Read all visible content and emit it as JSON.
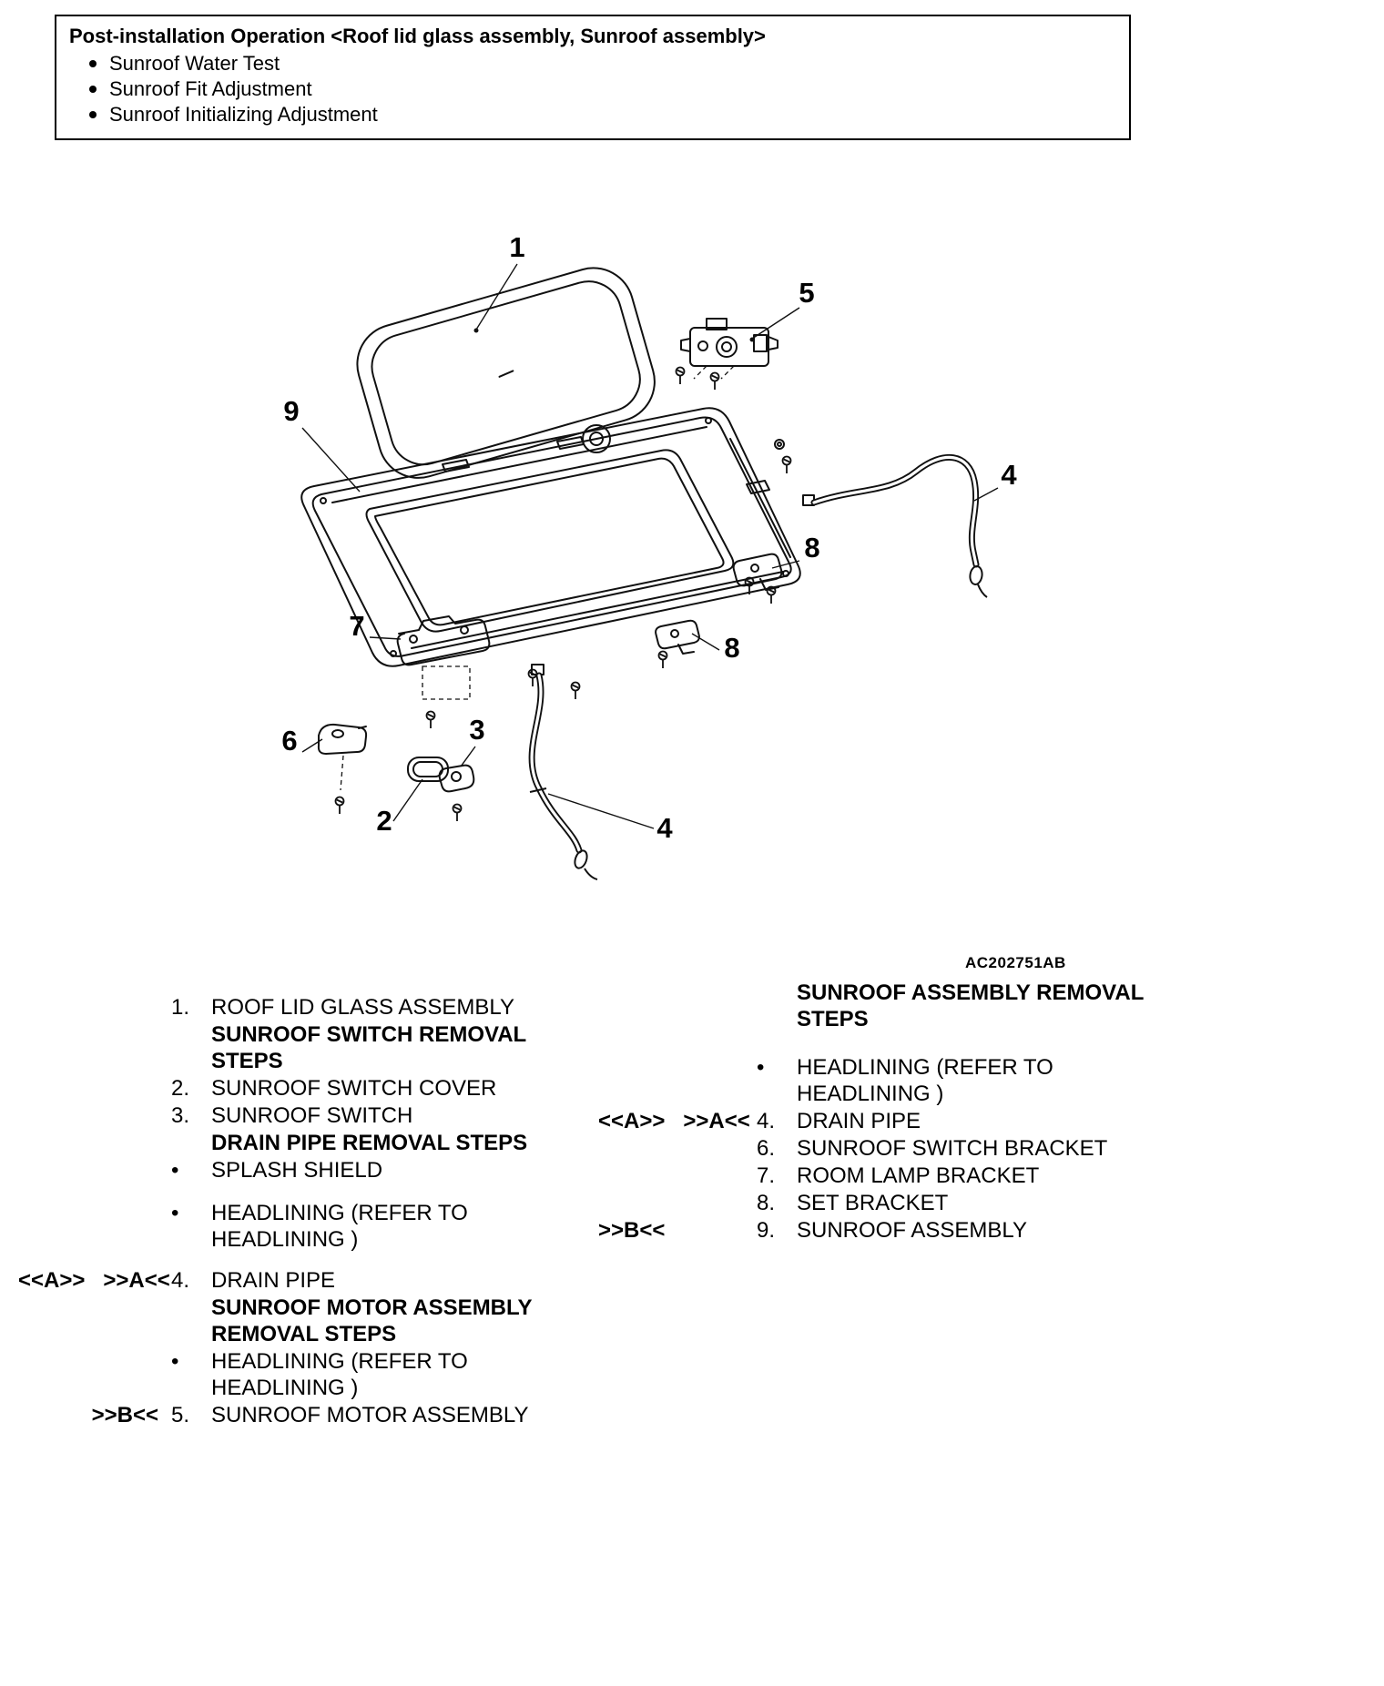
{
  "header": {
    "title": "Post-installation Operation <Roof lid glass assembly, Sunroof assembly>",
    "bullets": [
      "Sunroof Water Test",
      "Sunroof Fit Adjustment",
      "Sunroof Initializing Adjustment"
    ]
  },
  "figure": {
    "code": "AC202751AB",
    "callouts": [
      "1",
      "5",
      "9",
      "4",
      "8",
      "8",
      "7",
      "3",
      "6",
      "2",
      "4"
    ]
  },
  "left": {
    "rows": [
      {
        "m": "",
        "lead": "1.",
        "text": "ROOF LID GLASS ASSEMBLY"
      },
      {
        "m": "",
        "lead": "",
        "text": "SUNROOF SWITCH REMOVAL STEPS"
      },
      {
        "m": "",
        "lead": "2.",
        "text": "SUNROOF SWITCH COVER"
      },
      {
        "m": "",
        "lead": "3.",
        "text": "SUNROOF SWITCH"
      },
      {
        "m": "",
        "lead": "",
        "text": "DRAIN PIPE REMOVAL STEPS"
      },
      {
        "m": "",
        "lead": "•",
        "text": "SPLASH SHIELD"
      },
      {
        "m": "",
        "lead": "•",
        "text": "HEADLINING (REFER TO HEADLINING )"
      },
      {
        "m": "<<A>>   >>A<<",
        "lead": "4.",
        "text": "DRAIN PIPE"
      },
      {
        "m": "",
        "lead": "",
        "text": "SUNROOF MOTOR ASSEMBLY REMOVAL STEPS"
      },
      {
        "m": "",
        "lead": "•",
        "text": "HEADLINING (REFER TO HEADLINING )"
      },
      {
        "m": ">>B<<",
        "lead": "5.",
        "text": "SUNROOF MOTOR ASSEMBLY"
      }
    ]
  },
  "right": {
    "rows": [
      {
        "m": "",
        "lead": "",
        "text": "SUNROOF ASSEMBLY REMOVAL STEPS"
      },
      {
        "m": "",
        "lead": "•",
        "text": "HEADLINING (REFER TO HEADLINING )"
      },
      {
        "m": "<<A>>   >>A<<",
        "lead": "4.",
        "text": "DRAIN PIPE"
      },
      {
        "m": "",
        "lead": "6.",
        "text": "SUNROOF SWITCH BRACKET"
      },
      {
        "m": "",
        "lead": "7.",
        "text": "ROOM LAMP BRACKET"
      },
      {
        "m": "",
        "lead": "8.",
        "text": "SET BRACKET"
      },
      {
        "m": ">>B<<",
        "lead": "9.",
        "text": "SUNROOF ASSEMBLY"
      }
    ]
  }
}
